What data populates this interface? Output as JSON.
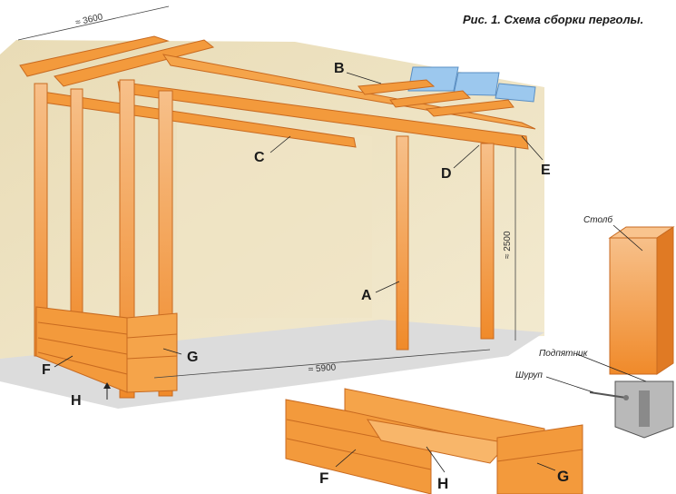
{
  "caption": "Рис. 1. Схема сборки перголы.",
  "dimensions": {
    "width": "≈ 3600",
    "length": "≈ 5900",
    "height": "≈ 2500"
  },
  "labels": {
    "A": "A",
    "B": "B",
    "C": "C",
    "D": "D",
    "E": "E",
    "F": "F",
    "G": "G",
    "H": "H",
    "F2": "F",
    "G2": "G",
    "H2": "H"
  },
  "callouts": {
    "post": "Столб",
    "post_base": "Подпятник",
    "screw": "Шуруп"
  },
  "colors": {
    "wood": "#f39a3c",
    "wood_dark": "#d9742a",
    "wall": "#ece0bd",
    "floor": "#d8d8d8",
    "glass": "#7fb6e6"
  }
}
